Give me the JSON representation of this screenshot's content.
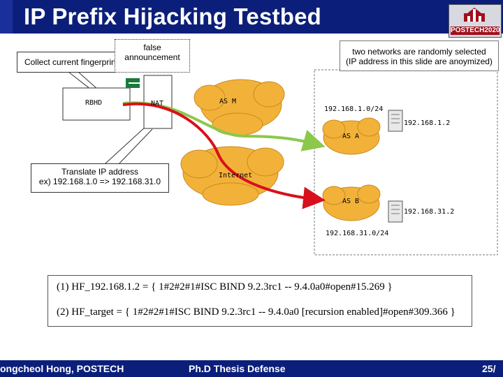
{
  "slide": {
    "title": "IP Prefix Hijacking Testbed",
    "logo_text": "POSTECH2020"
  },
  "callouts": {
    "fingerprints": "Collect current fingerprints",
    "false_ann_line1": "false",
    "false_ann_line2": "announcement",
    "random_line1": "two networks are randomly selected",
    "random_line2": "(IP address in this slide are anoymized)",
    "translate_line1": "Translate IP address",
    "translate_line2": "ex) 192.168.1.0 => 192.168.31.0"
  },
  "diagram": {
    "rbhd": "RBHD",
    "nat": "NAT",
    "as_m": "AS M",
    "internet": "Internet",
    "as_a": "AS A",
    "as_b": "AS B",
    "prefix_a": "192.168.1.0/24",
    "host_a": "192.168.1.2",
    "host_b": "192.168.31.2",
    "prefix_b": "192.168.31.0/24"
  },
  "equations": {
    "line1": "(1) HF_192.168.1.2 = { 1#2#2#1#ISC BIND 9.2.3rc1  -- 9.4.0a0#open#15.269 }",
    "line2": "(2) HF_target = { 1#2#2#1#ISC BIND 9.2.3rc1  -- 9.4.0a0 [recursion enabled]#open#309.366 }"
  },
  "footer": {
    "author": "ongcheol Hong, POSTECH",
    "center": "Ph.D Thesis Defense",
    "page": "25/"
  },
  "colors": {
    "title_bar": "#0b1f7a",
    "cloud": "#f2b23a",
    "green_path": "#8cc84b",
    "red_path": "#d8101c"
  }
}
